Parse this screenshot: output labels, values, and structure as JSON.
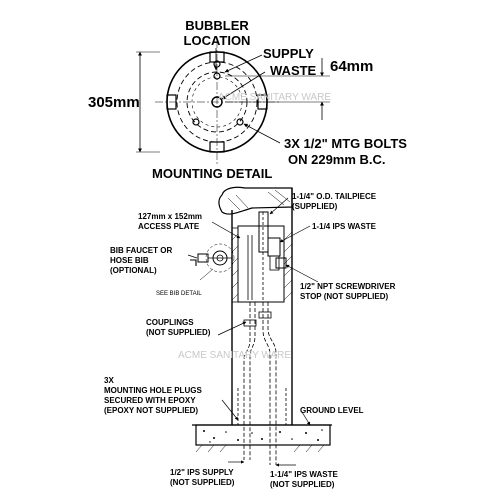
{
  "top": {
    "bubbler_line1": "BUBBLER",
    "bubbler_line2": "LOCATION",
    "supply_label": "SUPPLY",
    "waste_label": "WASTE",
    "dim_64": "64mm",
    "dim_305": "305mm",
    "bolts_line1": "3X 1/2\" MTG BOLTS",
    "bolts_line2": "ON 229mm B.C.",
    "title": "MOUNTING DETAIL",
    "watermark": "ACME SANITARY WARE"
  },
  "section": {
    "tailpiece_line1": "1-1/4\" O.D. TAILPIECE",
    "tailpiece_line2": "(SUPPLIED)",
    "ips_waste": "1-1/4 IPS WASTE",
    "access_line1": "127mm x 152mm",
    "access_line2": "ACCESS PLATE",
    "bib_line1": "BIB FAUCET OR",
    "bib_line2": "HOSE BIB",
    "bib_line3": "(OPTIONAL)",
    "see_bib": "SEE BIB DETAIL",
    "npt_line1": "1/2\" NPT SCREWDRIVER",
    "npt_line2": "STOP (NOT SUPPLIED)",
    "couplings_line1": "COUPLINGS",
    "couplings_line2": "(NOT SUPPLIED)",
    "plugs_line1": "3X",
    "plugs_line2": "MOUNTING HOLE PLUGS",
    "plugs_line3": "SECURED WITH EPOXY",
    "plugs_line4": "(EPOXY NOT SUPPLIED)",
    "ground": "GROUND LEVEL",
    "supply_line1": "1/2\" IPS SUPPLY",
    "supply_line2": "(NOT SUPPLIED)",
    "waste_line1": "1-1/4\" IPS WASTE",
    "waste_line2": "(NOT SUPPLIED)",
    "watermark": "ACME SANITARY WARE"
  }
}
